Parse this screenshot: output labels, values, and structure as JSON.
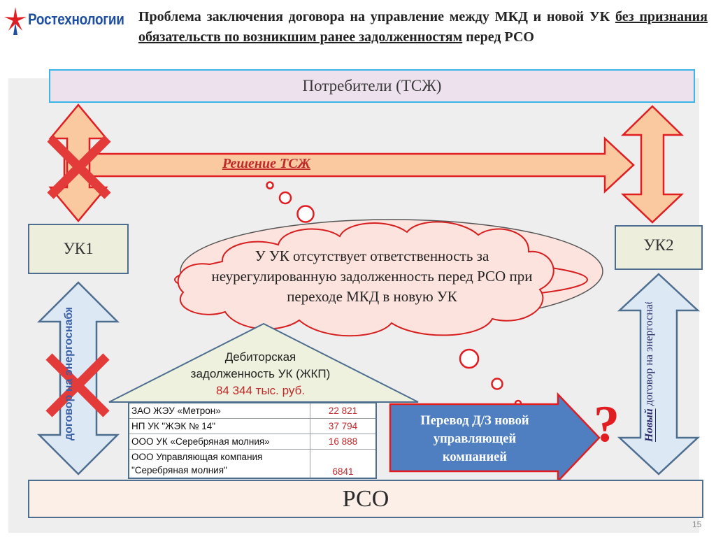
{
  "logo": {
    "text": "Ростехнологии"
  },
  "title": {
    "line1": "Проблема заключения договора на управление между МКД и новой УК ",
    "underlined": "без признания обязательств по возникшим ранее задолженностям",
    "line_end": " перед РСО"
  },
  "consumers": {
    "label": "Потребители (ТСЖ)"
  },
  "decision": {
    "label": "Решение ТСЖ"
  },
  "uk1": {
    "label": "УК1"
  },
  "uk2": {
    "label": "УК2"
  },
  "cloud": {
    "text": "У УК отсутствует ответственность за неурегулированную задолженность перед РСО при переходе МКД в новую УК"
  },
  "house": {
    "line1": "Дебиторская",
    "line2": "задолженность УК (ЖКП)",
    "amount": "84 344 тыс. руб."
  },
  "debt_table": {
    "rows": [
      {
        "name": "ЗАО ЖЭУ «Метрон»",
        "amount": "22 821"
      },
      {
        "name": "НП УК \"ЖЭК № 14\"",
        "amount": "37 794"
      },
      {
        "name": "ООО УК «Серебряная молния»",
        "amount": "16 888"
      },
      {
        "name": "ООО Управляющая компания \"Серебряная молния\"",
        "amount": "6841"
      }
    ]
  },
  "transfer": {
    "text": "Перевод Д/З новой управляющей компанией"
  },
  "question": "?",
  "left_arrow_label": "договор на энергоснабжение",
  "right_arrow_label": {
    "emph": "Новый",
    "rest": " договор на энергоснабжение"
  },
  "rso": {
    "label": "РСО"
  },
  "page_number": "15",
  "colors": {
    "arrow_orange_fill": "#fbc9a0",
    "arrow_red_stroke": "#e11d22",
    "arrow_blue_fill": "#dce8f3",
    "arrow_blue_stroke": "#4e6e90",
    "transfer_fill": "#4f7fc0",
    "cross_red": "#e33a3a",
    "cloud_fill": "#fde3de",
    "house_fill": "#eef1dd"
  }
}
